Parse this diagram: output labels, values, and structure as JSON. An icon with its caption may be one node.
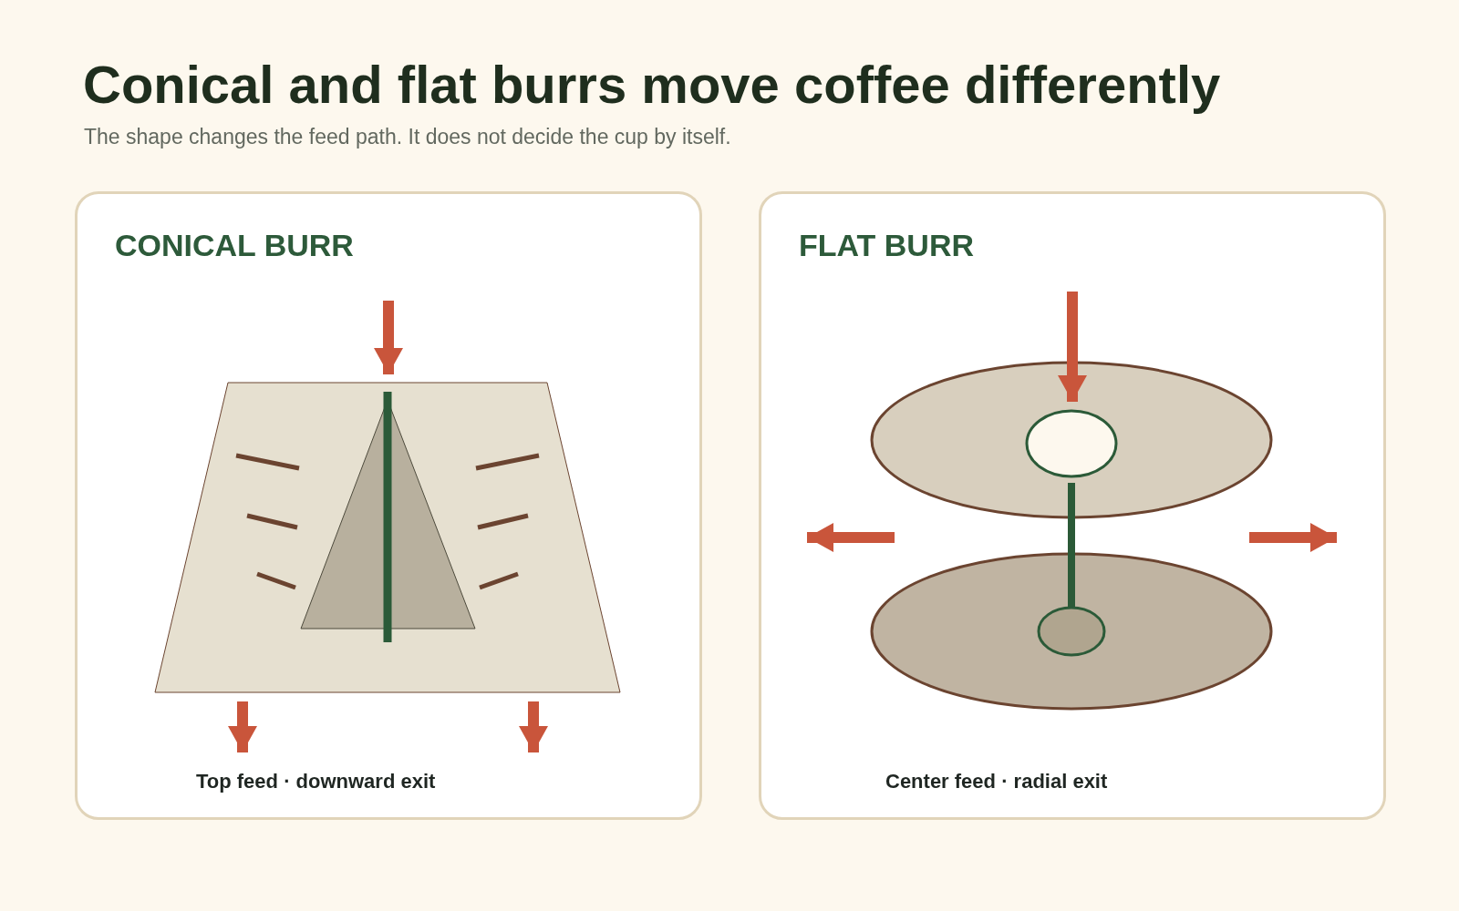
{
  "diagram": {
    "title": "Conical and flat burrs move coffee differently",
    "nodes": [
      {
        "text": [
          "CONICAL BURR",
          "Top feed · downward exit"
        ]
      },
      {
        "text": [
          "FLAT BURR",
          "Center feed · radial exit"
        ]
      }
    ],
    "labels": [
      "The shape changes the feed path. It does not decide the cup by itself."
    ]
  }
}
